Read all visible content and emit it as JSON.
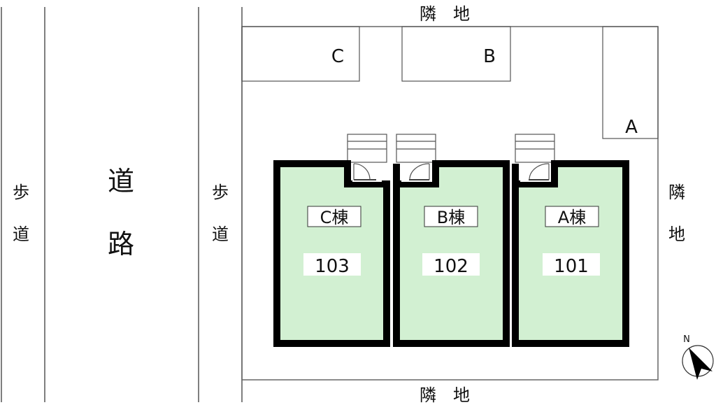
{
  "title": "Site plan",
  "colors": {
    "unit_fill": "#d2f0d2",
    "wall": "#000000",
    "line": "#555555",
    "background": "#ffffff"
  },
  "road": {
    "left_sidewalk": [
      "歩",
      "道"
    ],
    "road": [
      "道",
      "路"
    ],
    "right_sidewalk": [
      "歩",
      "道"
    ]
  },
  "neighbors": {
    "top": "隣　地",
    "right": [
      "隣",
      "地"
    ],
    "bottom": "隣　地"
  },
  "parking": [
    {
      "id": "C",
      "label": "C"
    },
    {
      "id": "B",
      "label": "B"
    },
    {
      "id": "A",
      "label": "A"
    }
  ],
  "units": [
    {
      "building": "C棟",
      "room": "103"
    },
    {
      "building": "B棟",
      "room": "102"
    },
    {
      "building": "A棟",
      "room": "101"
    }
  ],
  "compass": {
    "label": "N",
    "icon": "north-arrow-icon"
  }
}
